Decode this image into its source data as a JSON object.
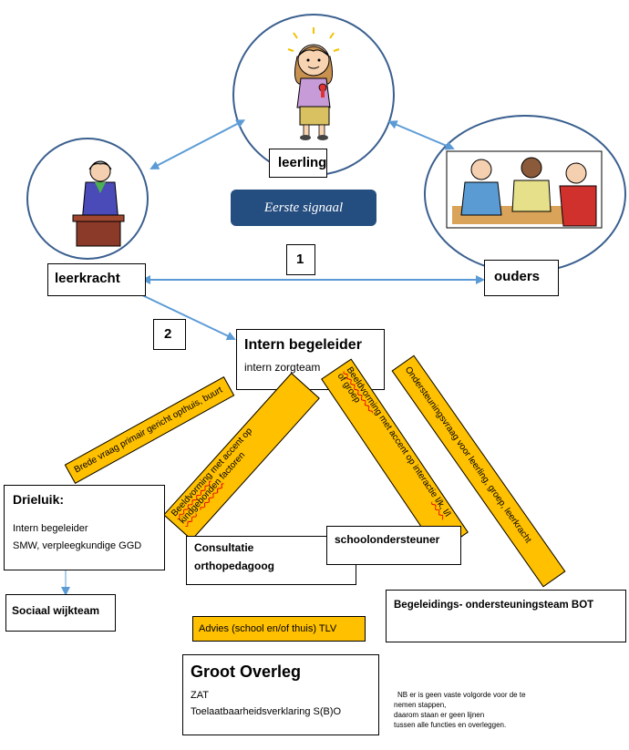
{
  "nodes": {
    "leerling": "leerling",
    "leerkracht": "leerkracht",
    "ouders": "ouders",
    "eerste_signaal": "Eerste signaal",
    "step1": "1",
    "step2": "2",
    "ib_title": "Intern begeleider",
    "ib_sub": "intern zorgteam",
    "drieluik_title": "Drieluik:",
    "drieluik_line1": "Intern begeleider",
    "drieluik_line2": "SMW, verpleegkundige GGD",
    "sociaal": "Sociaal wijkteam",
    "consultatie_line1": "Consultatie",
    "consultatie_line2": "orthopedagoog",
    "schoolondersteuner": "schoolondersteuner",
    "bot": "Begeleidings- ondersteuningsteam BOT",
    "advies": "Advies (school en/of thuis) TLV",
    "groot_title": "Groot Overleg",
    "groot_line1": "ZAT",
    "groot_line2": "Toelaatbaarheidsverklaring S(B)O"
  },
  "bands": {
    "brede": "Brede vraag primair gericht opthuis, buurt",
    "kind_a": "Beeldvorming",
    "kind_b": " met accent op ",
    "kind_c": "kindgebonden",
    "kind_d": " factoren",
    "groep_a": "Beeldvorming",
    "groep_b": " met accent op interactie ",
    "groep_c": "l/k, l/l",
    "groep_d": " of groep",
    "ondersteuning": "Ondersteuningsvraag voor leerling, groep, leerkracht"
  },
  "note": {
    "line1": "NB er is geen vaste volgorde voor de te",
    "line2": "nemen stappen,",
    "line3": "daarom staan er geen lijnen",
    "line4": "tussen alle functies en overleggen."
  },
  "colors": {
    "band": "#ffc000",
    "signaal": "#244d80",
    "arrow": "#5b9bd5",
    "circle": "#3a5f8f"
  }
}
